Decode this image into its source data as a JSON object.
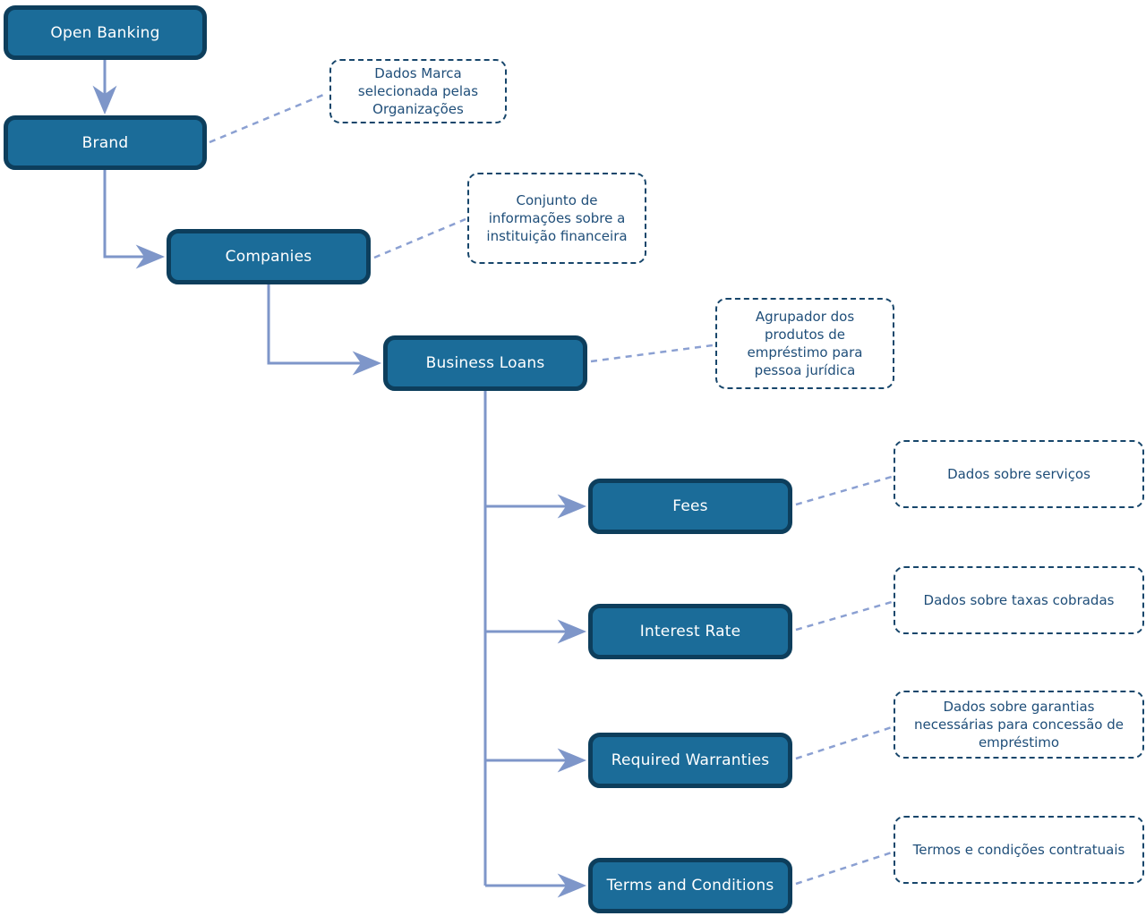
{
  "diagram": {
    "nodes": {
      "open_banking": {
        "label": "Open Banking"
      },
      "brand": {
        "label": "Brand",
        "note": "Dados Marca selecionada pelas Organizações"
      },
      "companies": {
        "label": "Companies",
        "note": "Conjunto de informações sobre a instituição financeira"
      },
      "business_loans": {
        "label": "Business Loans",
        "note": "Agrupador dos produtos de empréstimo para pessoa jurídica"
      },
      "fees": {
        "label": "Fees",
        "note": "Dados sobre serviços"
      },
      "interest_rate": {
        "label": "Interest Rate",
        "note": "Dados sobre taxas cobradas"
      },
      "required_warranties": {
        "label": "Required Warranties",
        "note": "Dados sobre garantias necessárias para concessão de empréstimo"
      },
      "terms_and_conditions": {
        "label": "Terms and Conditions",
        "note": "Termos e condições contratuais"
      }
    },
    "colors": {
      "node_fill": "#1B6C99",
      "node_border": "#0D3E5C",
      "node_text": "#FFFFFF",
      "note_border": "#17466B",
      "note_text": "#1F4E79",
      "connector": "#7E96C9"
    }
  }
}
